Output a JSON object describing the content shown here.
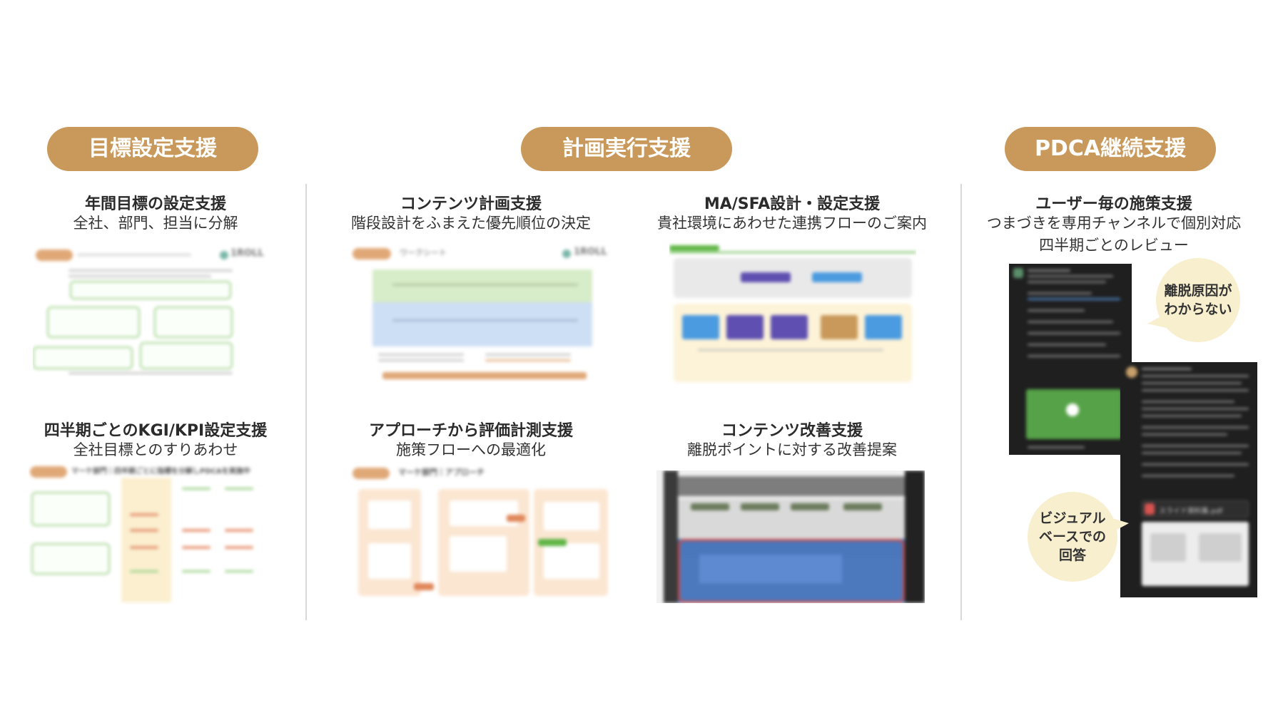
{
  "pills": {
    "goal": "目標設定支援",
    "execution": "計画実行支援",
    "pdca": "PDCA継続支援"
  },
  "cards": {
    "annual": {
      "title": "年間目標の設定支援",
      "subtitle": "全社、部門、担当に分解"
    },
    "quarterly": {
      "title": "四半期ごとのKGI/KPI設定支援",
      "subtitle": "全社目標とのすりあわせ"
    },
    "content_plan": {
      "title": "コンテンツ計画支援",
      "subtitle": "階段設計をふまえた優先順位の決定"
    },
    "ma_sfa": {
      "title": "MA/SFA設計・設定支援",
      "subtitle": "貴社環境にあわせた連携フローのご案内"
    },
    "approach": {
      "title": "アプローチから評価計測支援",
      "subtitle": "施策フローへの最適化"
    },
    "content_improve": {
      "title": "コンテンツ改善支援",
      "subtitle": "離脱ポイントに対する改善提案"
    },
    "user_measure": {
      "title": "ユーザー毎の施策支援",
      "subtitle_line1": "つまづきを専用チャンネルで個別対応",
      "subtitle_line2": "四半期ごとのレビュー"
    }
  },
  "bubbles": {
    "churn": {
      "line1": "離脱原因が",
      "line2": "わからない"
    },
    "visual": {
      "line1": "ビジュアル",
      "line2": "ベースでの",
      "line3": "回答"
    }
  },
  "thumb_text": {
    "logo": "1ROLL",
    "worksheet": "ワークシート",
    "plan_header": "マーケ部門｜四半期ごとに指標を分解しPDCAを実施中",
    "approach_header": "マーケ部門｜アプローチ",
    "file_name": "スライド資料集.pdf"
  },
  "colors": {
    "accent": "#c8995a",
    "bubble": "#f8efcf",
    "divider": "#d8d8d8",
    "chat_bg": "#1f1f1f"
  }
}
